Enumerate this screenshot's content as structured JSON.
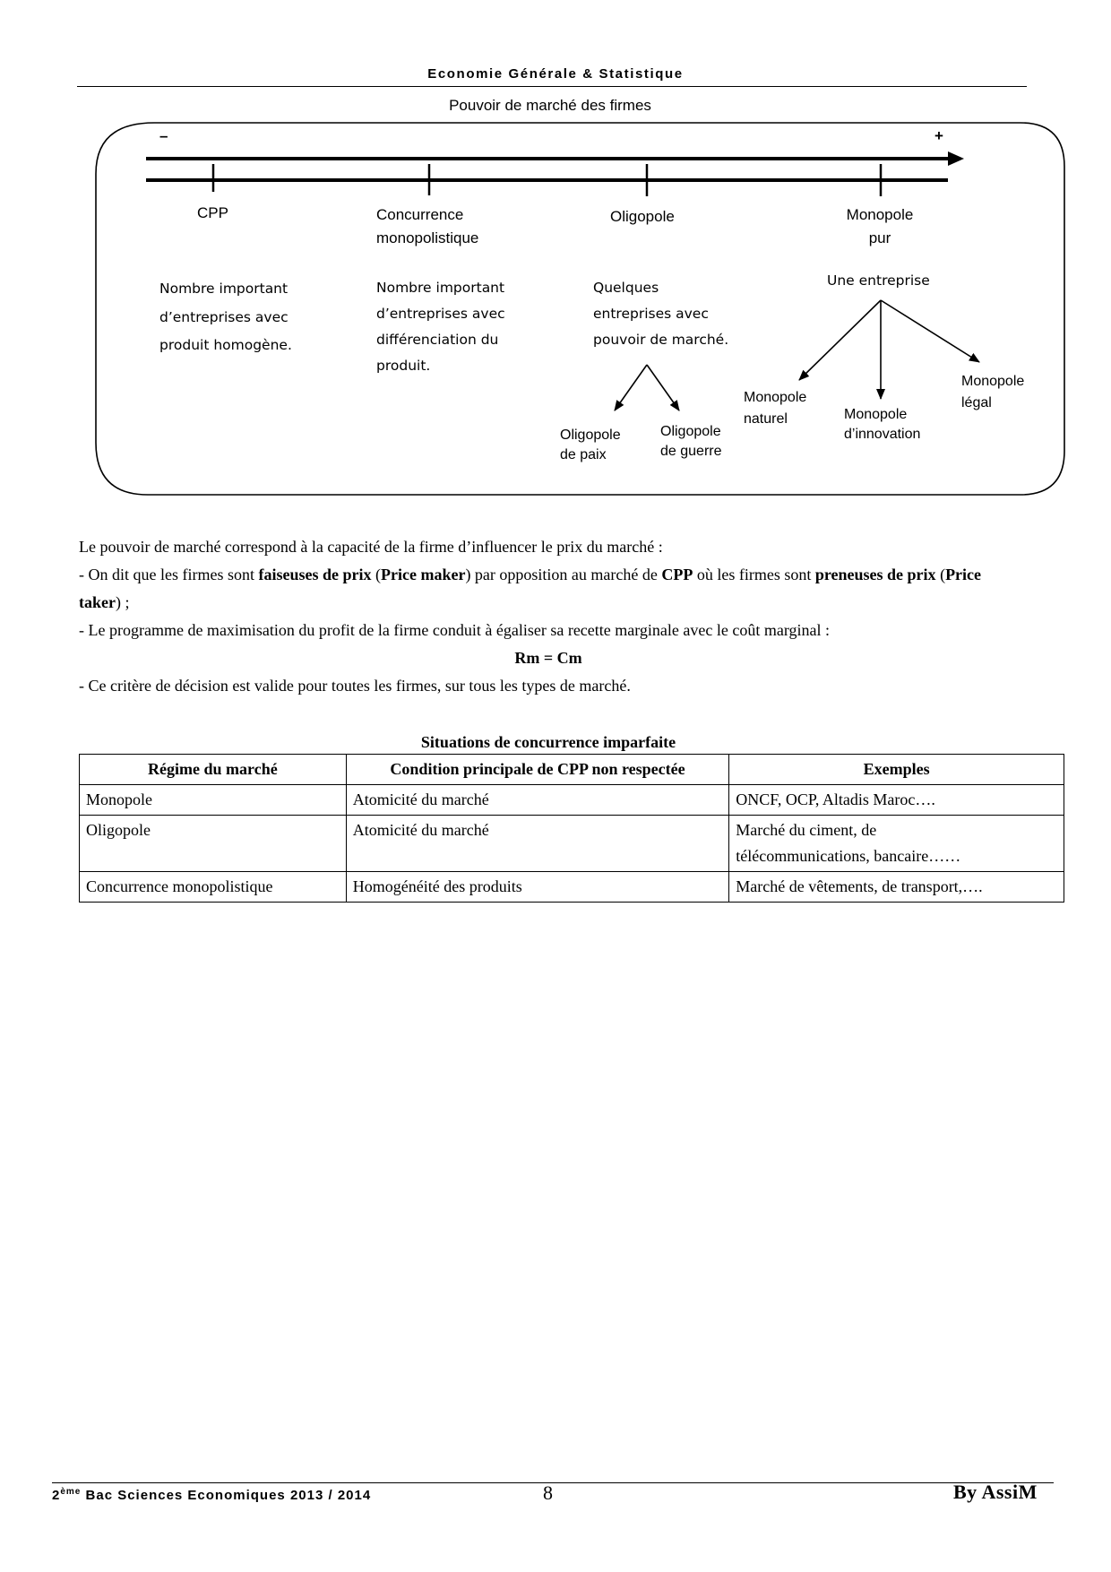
{
  "header": {
    "title": "Economie Générale & Statistique"
  },
  "diagram": {
    "title": "Pouvoir de marché des firmes",
    "minus": "–",
    "plus": "+",
    "markets": {
      "cpp": {
        "label": "CPP",
        "desc": [
          "Nombre important",
          "d’entreprises avec",
          "produit homogène."
        ]
      },
      "concurrence": {
        "label": [
          "Concurrence",
          "monopolistique"
        ],
        "desc": [
          "Nombre important",
          "d’entreprises avec",
          "différenciation  du",
          "produit."
        ]
      },
      "oligopole": {
        "label": "Oligopole",
        "desc": [
          "Quelques",
          "entreprises avec",
          "pouvoir de marché."
        ],
        "branches": [
          [
            "Oligopole",
            "de paix"
          ],
          [
            "Oligopole",
            "de guerre"
          ]
        ]
      },
      "monopole": {
        "label": [
          "Monopole",
          "pur"
        ],
        "desc": "Une entreprise",
        "branches": [
          [
            "Monopole",
            "naturel"
          ],
          [
            "Monopole",
            "d’innovation"
          ],
          [
            "Monopole",
            "légal"
          ]
        ]
      }
    }
  },
  "text": {
    "intro": "Le pouvoir de marché correspond à la capacité de la firme  d’influencer le prix du marché :",
    "p1": {
      "a": "- On dit que les firmes sont ",
      "b": "faiseuses de prix",
      "c": " (",
      "d": "Price maker",
      "e": ") par opposition au marché de ",
      "f": "CPP",
      "g": " où les firmes sont ",
      "h": "preneuses de prix",
      "i": " (",
      "j": "Price taker",
      "k": ") ;"
    },
    "p2": "- Le programme de maximisation du profit de la firme conduit à égaliser sa recette marginale avec le coût marginal :",
    "formula": "Rm = Cm",
    "p3": "- Ce critère de décision est valide pour toutes les firmes, sur tous les types de marché."
  },
  "table": {
    "caption": "Situations de concurrence imparfaite",
    "headers": [
      "Régime du marché",
      "Condition principale de CPP non respectée",
      "Exemples"
    ],
    "rows": [
      [
        "Monopole",
        "Atomicité du marché",
        "ONCF, OCP, Altadis Maroc…."
      ],
      [
        "Oligopole",
        "Atomicité du marché",
        "Marché du ciment, de",
        "télécommunications, bancaire……"
      ],
      [
        "Concurrence monopolistique",
        "Homogénéité des produits",
        "Marché de vêtements, de transport,…."
      ]
    ]
  },
  "footer": {
    "level": "2",
    "level_sup": "ème",
    "course": " Bac Sciences Economiques  2013 /  2014",
    "page": "8",
    "author": "By AssiM"
  }
}
